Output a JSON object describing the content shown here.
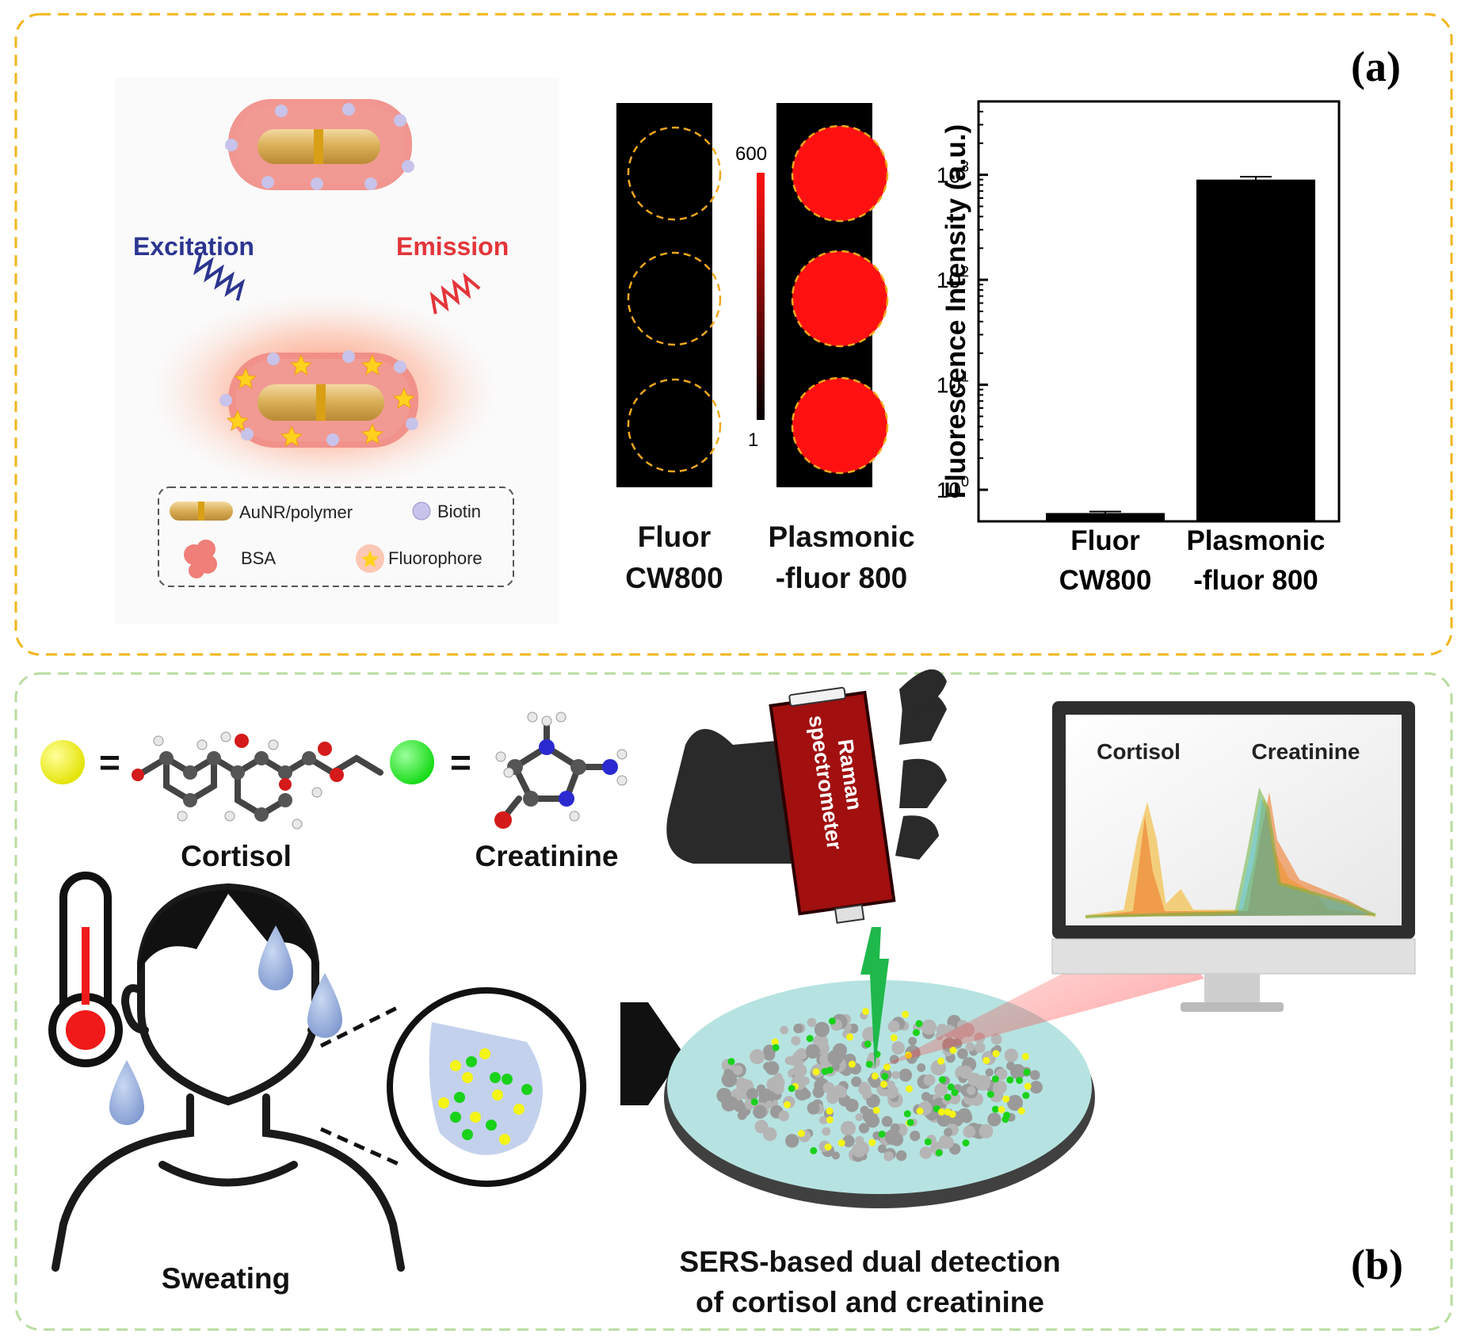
{
  "panel_a": {
    "tag": "(a)",
    "excitation": "Excitation",
    "emission": "Emission",
    "legend": {
      "aunr": "AuNR/polymer",
      "biotin": "Biotin",
      "bsa": "BSA",
      "fluorophore": "Fluorophore"
    },
    "colorbar_max": "600",
    "colorbar_min": "1",
    "well_labels": {
      "left_line1": "Fluor",
      "left_line2": "CW800",
      "right_line1": "Plasmonic",
      "right_line2": "-fluor 800"
    }
  },
  "panel_b": {
    "tag": "(b)",
    "cortisol_label": "Cortisol",
    "creatinine_label": "Creatinine",
    "equals": "=",
    "spectrometer_line1": "Raman",
    "spectrometer_line2": "spectrometer",
    "monitor_cortisol": "Cortisol",
    "monitor_creatinine": "Creatinine",
    "sweating": "Sweating",
    "caption_line1": "SERS-based dual detection",
    "caption_line2": "of cortisol and creatinine"
  },
  "chart_data": {
    "type": "bar",
    "categories": [
      "Fluor CW800",
      "Plasmonic -fluor 800"
    ],
    "category_lines": [
      [
        "Fluor",
        "CW800"
      ],
      [
        "Plasmonic",
        "-fluor 800"
      ]
    ],
    "values": [
      0.6,
      900
    ],
    "error": [
      0.02,
      60
    ],
    "ylabel": "Fluorescence Intensity (a.u.)",
    "yscale": "log",
    "ylim": [
      0.5,
      5000
    ],
    "yticks": [
      1,
      10,
      100,
      1000
    ],
    "ytick_labels": [
      {
        "base": "10",
        "exp": "0"
      },
      {
        "base": "10",
        "exp": "1"
      },
      {
        "base": "10",
        "exp": "2"
      },
      {
        "base": "10",
        "exp": "3"
      }
    ],
    "bar_color": "#000000"
  }
}
